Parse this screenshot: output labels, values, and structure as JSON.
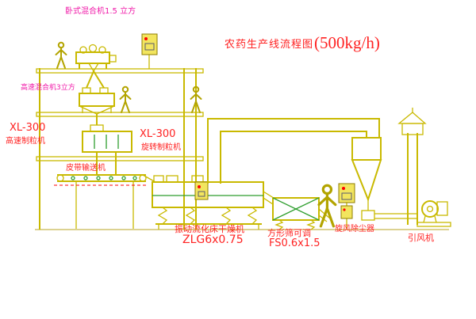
{
  "title": {
    "text": "农药生产线流程图",
    "capacity": "(500kg/h)"
  },
  "labels": {
    "horizontal_mixer": "卧式混合机1.5 立方",
    "high_speed_mixer": "高速混合机3立方",
    "xl300_left": "XL-300",
    "granulator_left": "高速制粒机",
    "xl300_center": "XL-300",
    "granulator_center": "旋转制粒机",
    "belt_conveyor": "皮带输送机",
    "dryer_name": "振动流化床干燥机",
    "dryer_model": "ZLG6x0.75",
    "sieve_name": "方形筛可调",
    "sieve_model": "FS0.6x1.5",
    "cyclone_name": "旋风除尘器",
    "fan_name": "引风机"
  },
  "colors": {
    "line_yellow": "#c9b900",
    "line_green": "#2f9e2f",
    "label_red": "#ff2222",
    "label_magenta": "#f019a8",
    "panel_fill": "#f2e55e",
    "dot_red": "#ff0000",
    "person_yellow": "#b3a400"
  }
}
